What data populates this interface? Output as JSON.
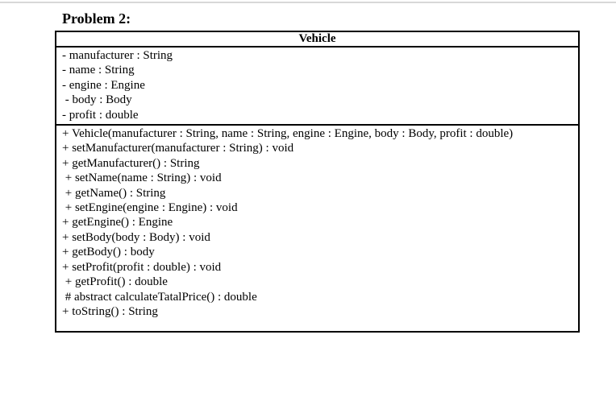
{
  "page": {
    "title": "Problem 2:"
  },
  "colors": {
    "text": "#000000",
    "background": "#ffffff",
    "box_border": "#000000",
    "top_rule": "#d8d8d8"
  },
  "uml_class": {
    "name": "Vehicle",
    "attributes": [
      "- manufacturer : String",
      "- name : String",
      "- engine : Engine",
      " - body : Body",
      "- profit : double"
    ],
    "methods": [
      "+ Vehicle(manufacturer : String, name : String, engine : Engine, body : Body, profit : double)",
      "+ setManufacturer(manufacturer : String) : void",
      "+ getManufacturer() : String",
      " + setName(name : String) : void",
      " + getName() : String",
      " + setEngine(engine : Engine) : void",
      "+ getEngine() : Engine",
      "+ setBody(body : Body) : void",
      "+ getBody() : body",
      "+ setProfit(profit : double) : void",
      " + getProfit() : double",
      " # abstract calculateTatalPrice() : double",
      "+ toString() : String"
    ]
  }
}
